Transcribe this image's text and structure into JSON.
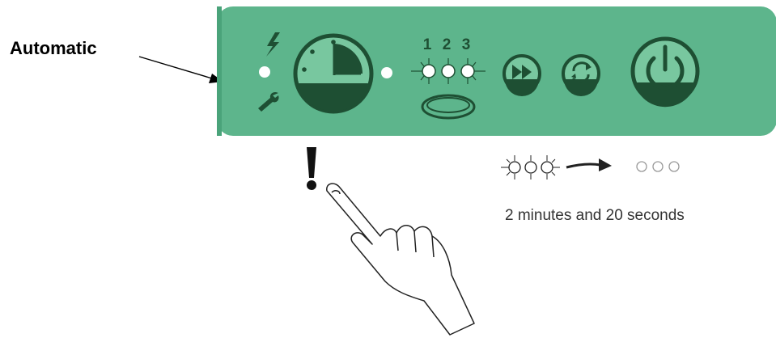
{
  "label": "Automatic",
  "caption": "2 minutes and 20 seconds",
  "speed_numbers": [
    "1",
    "2",
    "3"
  ],
  "colors": {
    "panel": "#5db58c",
    "panel_dark": "#1e4f33",
    "button_fill": "#78c79f"
  },
  "icons": [
    "lightning-icon",
    "wrench-icon",
    "clock-button-icon",
    "fast-forward-icon",
    "recycle-icon",
    "power-icon",
    "hand-pointer-icon",
    "exclamation-icon",
    "arrow-icon"
  ]
}
